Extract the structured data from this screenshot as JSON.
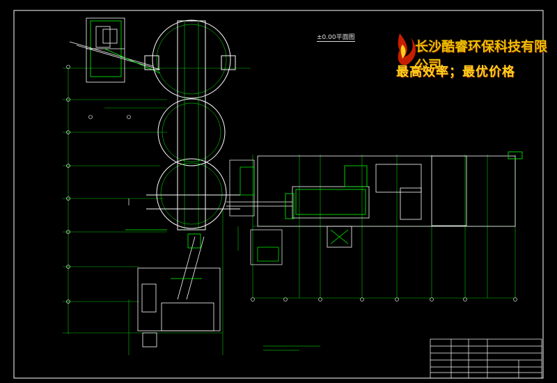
{
  "header": {
    "plan_title": "±0.00平面图",
    "company_name": "长沙酷睿环保科技有限公司",
    "slogan": "最高效率；最优价格"
  },
  "colors": {
    "background": "#000000",
    "drawing_lines": "#ffffff",
    "green_lines": "#00ff00",
    "brand_gold": "#ffd21c",
    "brand_red": "#c81e00"
  }
}
